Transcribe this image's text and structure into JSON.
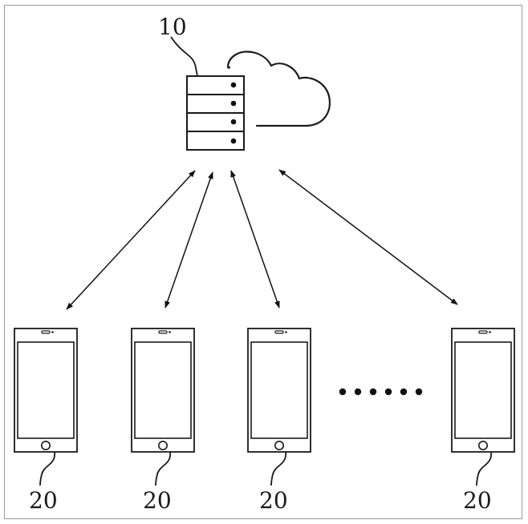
{
  "server": {
    "ref_number": "10",
    "icon": "server-rack-icon",
    "slot_count": 4
  },
  "cloud": {
    "icon": "cloud-icon"
  },
  "terminals": [
    {
      "ref_number": "20",
      "icon": "smartphone-icon"
    },
    {
      "ref_number": "20",
      "icon": "smartphone-icon"
    },
    {
      "ref_number": "20",
      "icon": "smartphone-icon"
    },
    {
      "ref_number": "20",
      "icon": "smartphone-icon"
    }
  ],
  "ellipsis_dot_count": 6,
  "connection": {
    "type": "bidirectional-arrow",
    "color": "#111111"
  }
}
